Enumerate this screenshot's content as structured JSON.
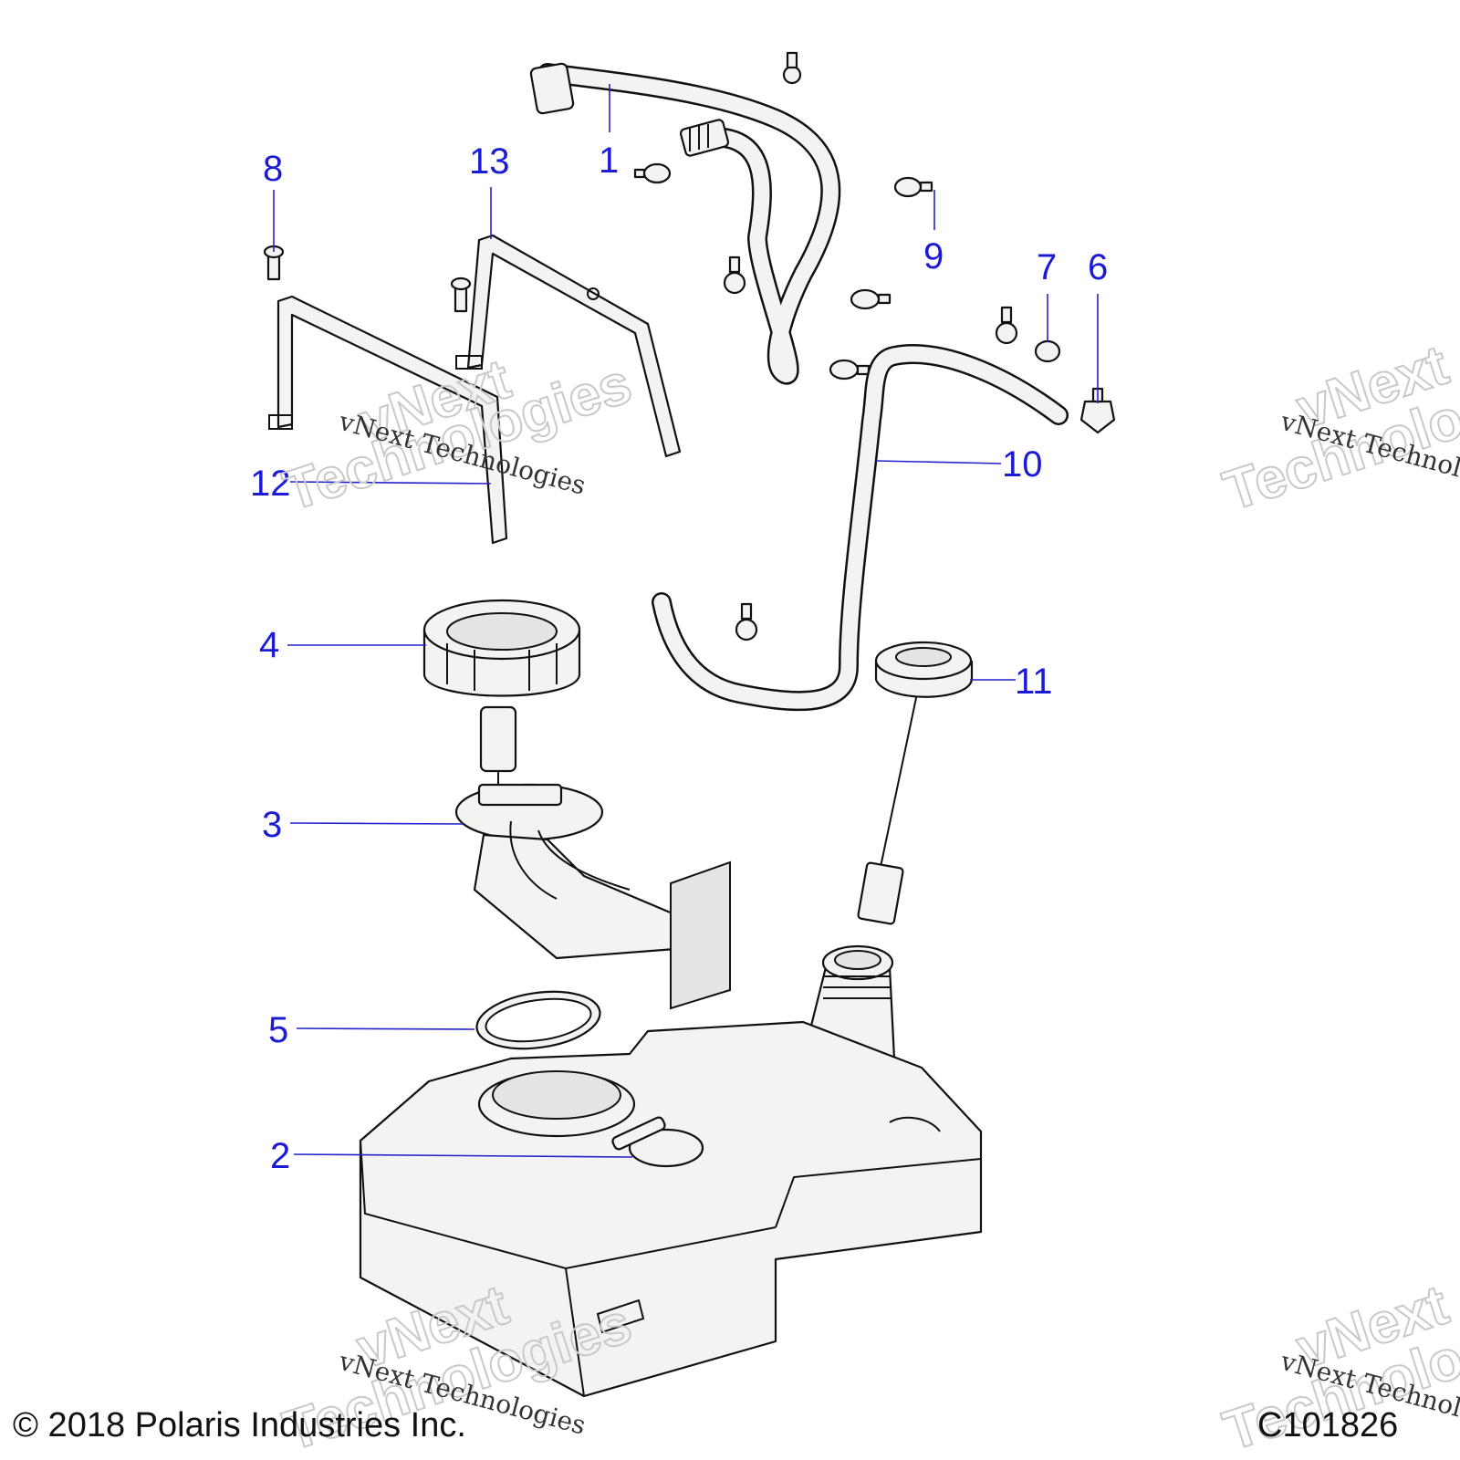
{
  "callouts": {
    "c1": "1",
    "c2": "2",
    "c3": "3",
    "c4": "4",
    "c5": "5",
    "c6": "6",
    "c7": "7",
    "c8": "8",
    "c9": "9",
    "c10": "10",
    "c11": "11",
    "c12": "12",
    "c13": "13"
  },
  "watermark": {
    "line_small": "vNext Technologies",
    "line_big_1": "vNext",
    "line_big_2": "Technologies"
  },
  "footer": {
    "copyright": "© 2018 Polaris Industries Inc.",
    "drawing_id": "C101826"
  },
  "colors": {
    "callout": "#1b1bd6",
    "line_art": "#111111",
    "fill": "#f3f3f1"
  }
}
